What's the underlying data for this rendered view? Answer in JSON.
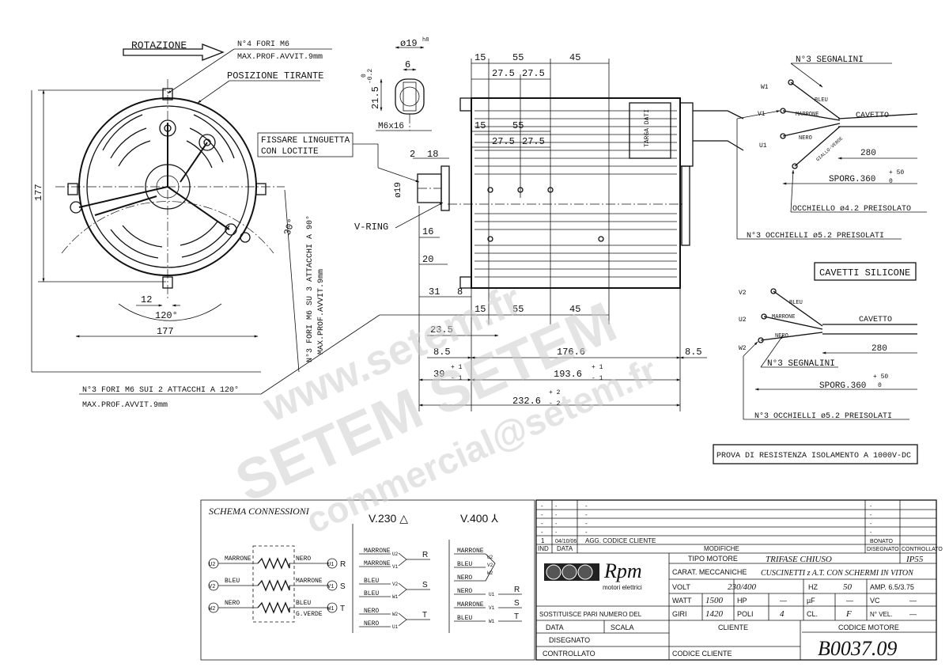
{
  "front_view": {
    "rotation_label": "ROTAZIONE",
    "holes_note_1": "N°4 FORI M6",
    "holes_note_2": "MAX.PROF.AVVIT.9mm",
    "tie_rod_label": "POSIZIONE TIRANTE",
    "dim_height": "177",
    "dim_width": "177",
    "dim_12": "12",
    "dim_120": "120°",
    "dim_30": "30°",
    "side_note_1": "N°3 FORI M6 SU 3 ATTACCHI A 90°",
    "side_note_2": "MAX.PROF.AVVIT.9mm",
    "bottom_note_1": "N°3 FORI M6 SUI 2 ATTACCHI A 120°",
    "bottom_note_2": "MAX.PROF.AVVIT.9mm"
  },
  "shaft_detail": {
    "dia": "ø19",
    "dia_tol": "h8",
    "key_width": "6",
    "key_height": "21.5",
    "tol_upper": "0",
    "tol_lower": "-0.2",
    "thread": "M6x16",
    "loctite_1": "FISSARE LINGUETTA",
    "loctite_2": "CON LOCTITE",
    "dim_2": "2",
    "dim_18": "18",
    "dim_dia19": "ø19",
    "vring": "V-RING",
    "dim_16": "16",
    "dim_20": "20",
    "dim_31": "31",
    "dim_8": "8"
  },
  "side_view": {
    "d15": "15",
    "d55": "55",
    "d45": "45",
    "d275": "27.5",
    "d235": "23.5",
    "d85": "8.5",
    "d1766": "176.6",
    "d39": "39",
    "d1936": "193.6",
    "d2326": "232.6",
    "tol_p1": "+ 1",
    "tol_m1": "- 1",
    "tol_p2": "+ 2",
    "tol_m2": "- 2",
    "plate": "TARGA DATI"
  },
  "cable_top": {
    "segnalini": "N°3 SEGNALINI",
    "w1": "W1",
    "v1": "V1",
    "u1": "U1",
    "bleu": "BLEU",
    "marrone": "MARRONE",
    "nero": "NERO",
    "giallo_verde": "GIALLO-VERDE",
    "cavetto": "CAVETTO",
    "d280": "280",
    "sporg": "SPORG.360",
    "sporg_tol_upper": "+ 50",
    "sporg_tol_lower": "0",
    "occhiello": "OCCHIELLO ø4.2 PREISOLATO",
    "occhielli": "N°3 OCCHIELLI ø5.2 PREISOLATI"
  },
  "cable_silicone": {
    "title": "CAVETTI SILICONE",
    "v2": "V2",
    "u2": "U2",
    "w2": "W2",
    "bleu": "BLEU",
    "marrone": "MARRONE",
    "nero": "NERO",
    "cavetto": "CAVETTO",
    "d280": "280",
    "segnalini": "N°3 SEGNALINI",
    "sporg": "SPORG.360",
    "sporg_tol_upper": "+ 50",
    "sporg_tol_lower": "0",
    "occhielli": "N°3 OCCHIELLI ø5.2 PREISOLATI"
  },
  "insulation_note": "PROVA DI RESISTENZA ISOLAMENTO A 1000V-DC",
  "schema": {
    "title": "SCHEMA CONNESSIONI",
    "delta_label": "V.230 △",
    "star_label": "V.400 ⅄",
    "coils": [
      {
        "term_in": "U2",
        "wire_in": "MARRONE",
        "wire_out": "NERO",
        "term_out": "U1",
        "phase": "R"
      },
      {
        "term_in": "V2",
        "wire_in": "BLEU",
        "wire_out": "MARRONE",
        "term_out": "V1",
        "phase": "S"
      },
      {
        "term_in": "W2",
        "wire_in": "NERO",
        "wire_out": "BLEU",
        "term_out": "W1",
        "phase": "T"
      }
    ],
    "gverde": "G.VERDE",
    "delta_wires": [
      "MARRONE",
      "MARRONE",
      "BLEU",
      "BLEU",
      "NERO",
      "NERO"
    ],
    "delta_terms": [
      "U2",
      "V1",
      "V2",
      "W1",
      "W2",
      "U1"
    ],
    "star_wires": [
      "MARRONE",
      "BLEU",
      "NERO",
      "NERO",
      "MARRONE",
      "BLEU"
    ],
    "star_terms_top": [
      "U2",
      "V2",
      "W2"
    ],
    "star_terms_bottom": [
      "U1",
      "V1",
      "W1"
    ],
    "phases": [
      "R",
      "S",
      "T"
    ]
  },
  "title_block": {
    "rev_rows": [
      {
        "ind": "-",
        "data": "-",
        "mod": "-",
        "bonato": "-"
      },
      {
        "ind": "-",
        "data": "-",
        "mod": "-",
        "bonato": "-"
      },
      {
        "ind": "-",
        "data": "-",
        "mod": "-",
        "bonato": "-"
      },
      {
        "ind": "-",
        "data": "-",
        "mod": "-",
        "bonato": "-"
      },
      {
        "ind": "1",
        "data": "04/10/06",
        "mod": "AGG. CODICE CLIENTE",
        "bonato": "BONATO"
      }
    ],
    "hdr_ind": "IND",
    "hdr_data": "DATA",
    "hdr_modifiche": "MODIFICHE",
    "hdr_disegnato": "DISEGNATO",
    "hdr_controllato": "CONTROLLATO",
    "logo_rpm": "Rpm",
    "logo_sub": "motori elettrici",
    "tipo_motore_label": "TIPO MOTORE",
    "tipo_motore": "TRIFASE CHIUSO",
    "ip": "IP55",
    "carat_label": "CARAT. MECCANICHE",
    "carat": "CUSCINETTI z A.T. CON SCHERMI IN VITON",
    "volt_label": "VOLT",
    "volt": "230/400",
    "hz_label": "HZ",
    "hz": "50",
    "amp_label": "AMP. 6.5/3.75",
    "watt_label": "WATT",
    "watt": "1500",
    "hp_label": "HP",
    "hp": "—",
    "uf_label": "µF",
    "uf": "—",
    "vc_label": "VC",
    "vc": "—",
    "giri_label": "GIRI",
    "giri": "1420",
    "poli_label": "POLI",
    "poli": "4",
    "cl_label": "CL.",
    "cl": "F",
    "nvel_label": "N° VEL.",
    "nvel": "—",
    "sostituisce": "SOSTITUISCE PARI NUMERO DEL",
    "data_label": "DATA",
    "scala_label": "SCALA",
    "cliente_label": "CLIENTE",
    "codice_motore_label": "CODICE MOTORE",
    "disegnato_label": "DISEGNATO",
    "controllato_label": "CONTROLLATO",
    "codice_cliente_label": "CODICE CLIENTE",
    "codice": "B0037.09"
  },
  "watermark": {
    "line1": "www.setem.fr",
    "line2": "SETEM SETEM",
    "line3": "commercial@setem.fr"
  }
}
